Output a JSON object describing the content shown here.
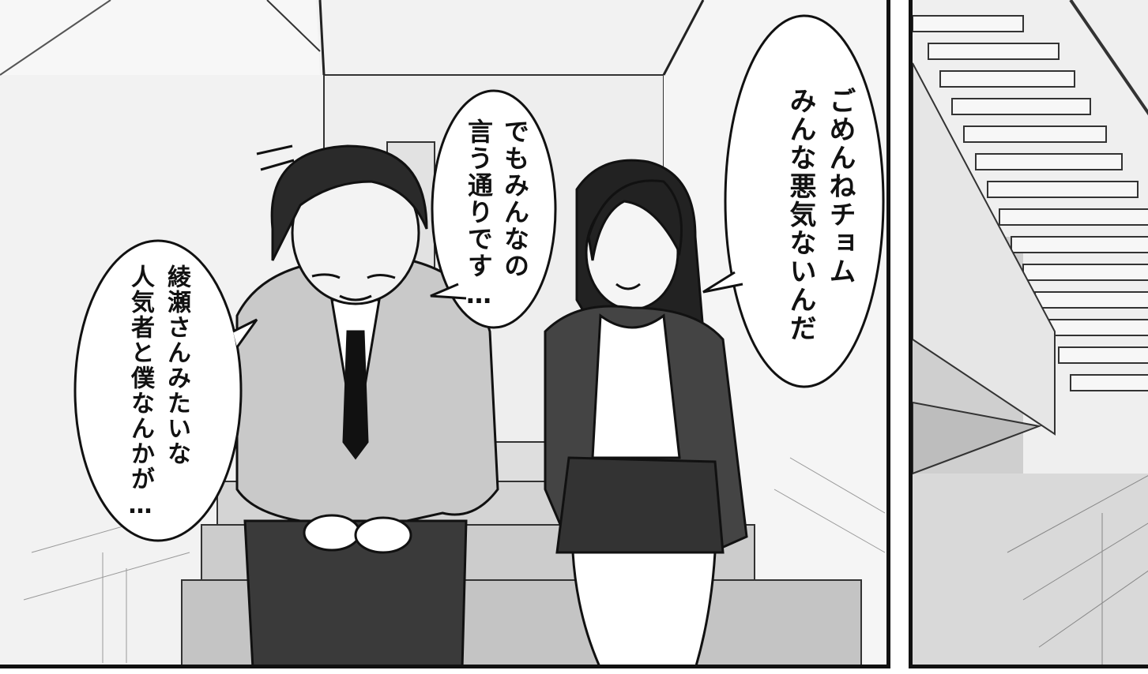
{
  "bubbles": {
    "girl_line1": "ごめんねチョム",
    "girl_line2": "みんな悪気ないんだ",
    "boy_mid_line1": "でもみんなの",
    "boy_mid_line2": "言う通りです…",
    "boy_left_line1": "綾瀬さんみたいな",
    "boy_left_line2": "人気者と僕なんかが…"
  },
  "colors": {
    "ink": "#111111",
    "paper": "#ffffff",
    "tone": "#cfcfcf"
  }
}
